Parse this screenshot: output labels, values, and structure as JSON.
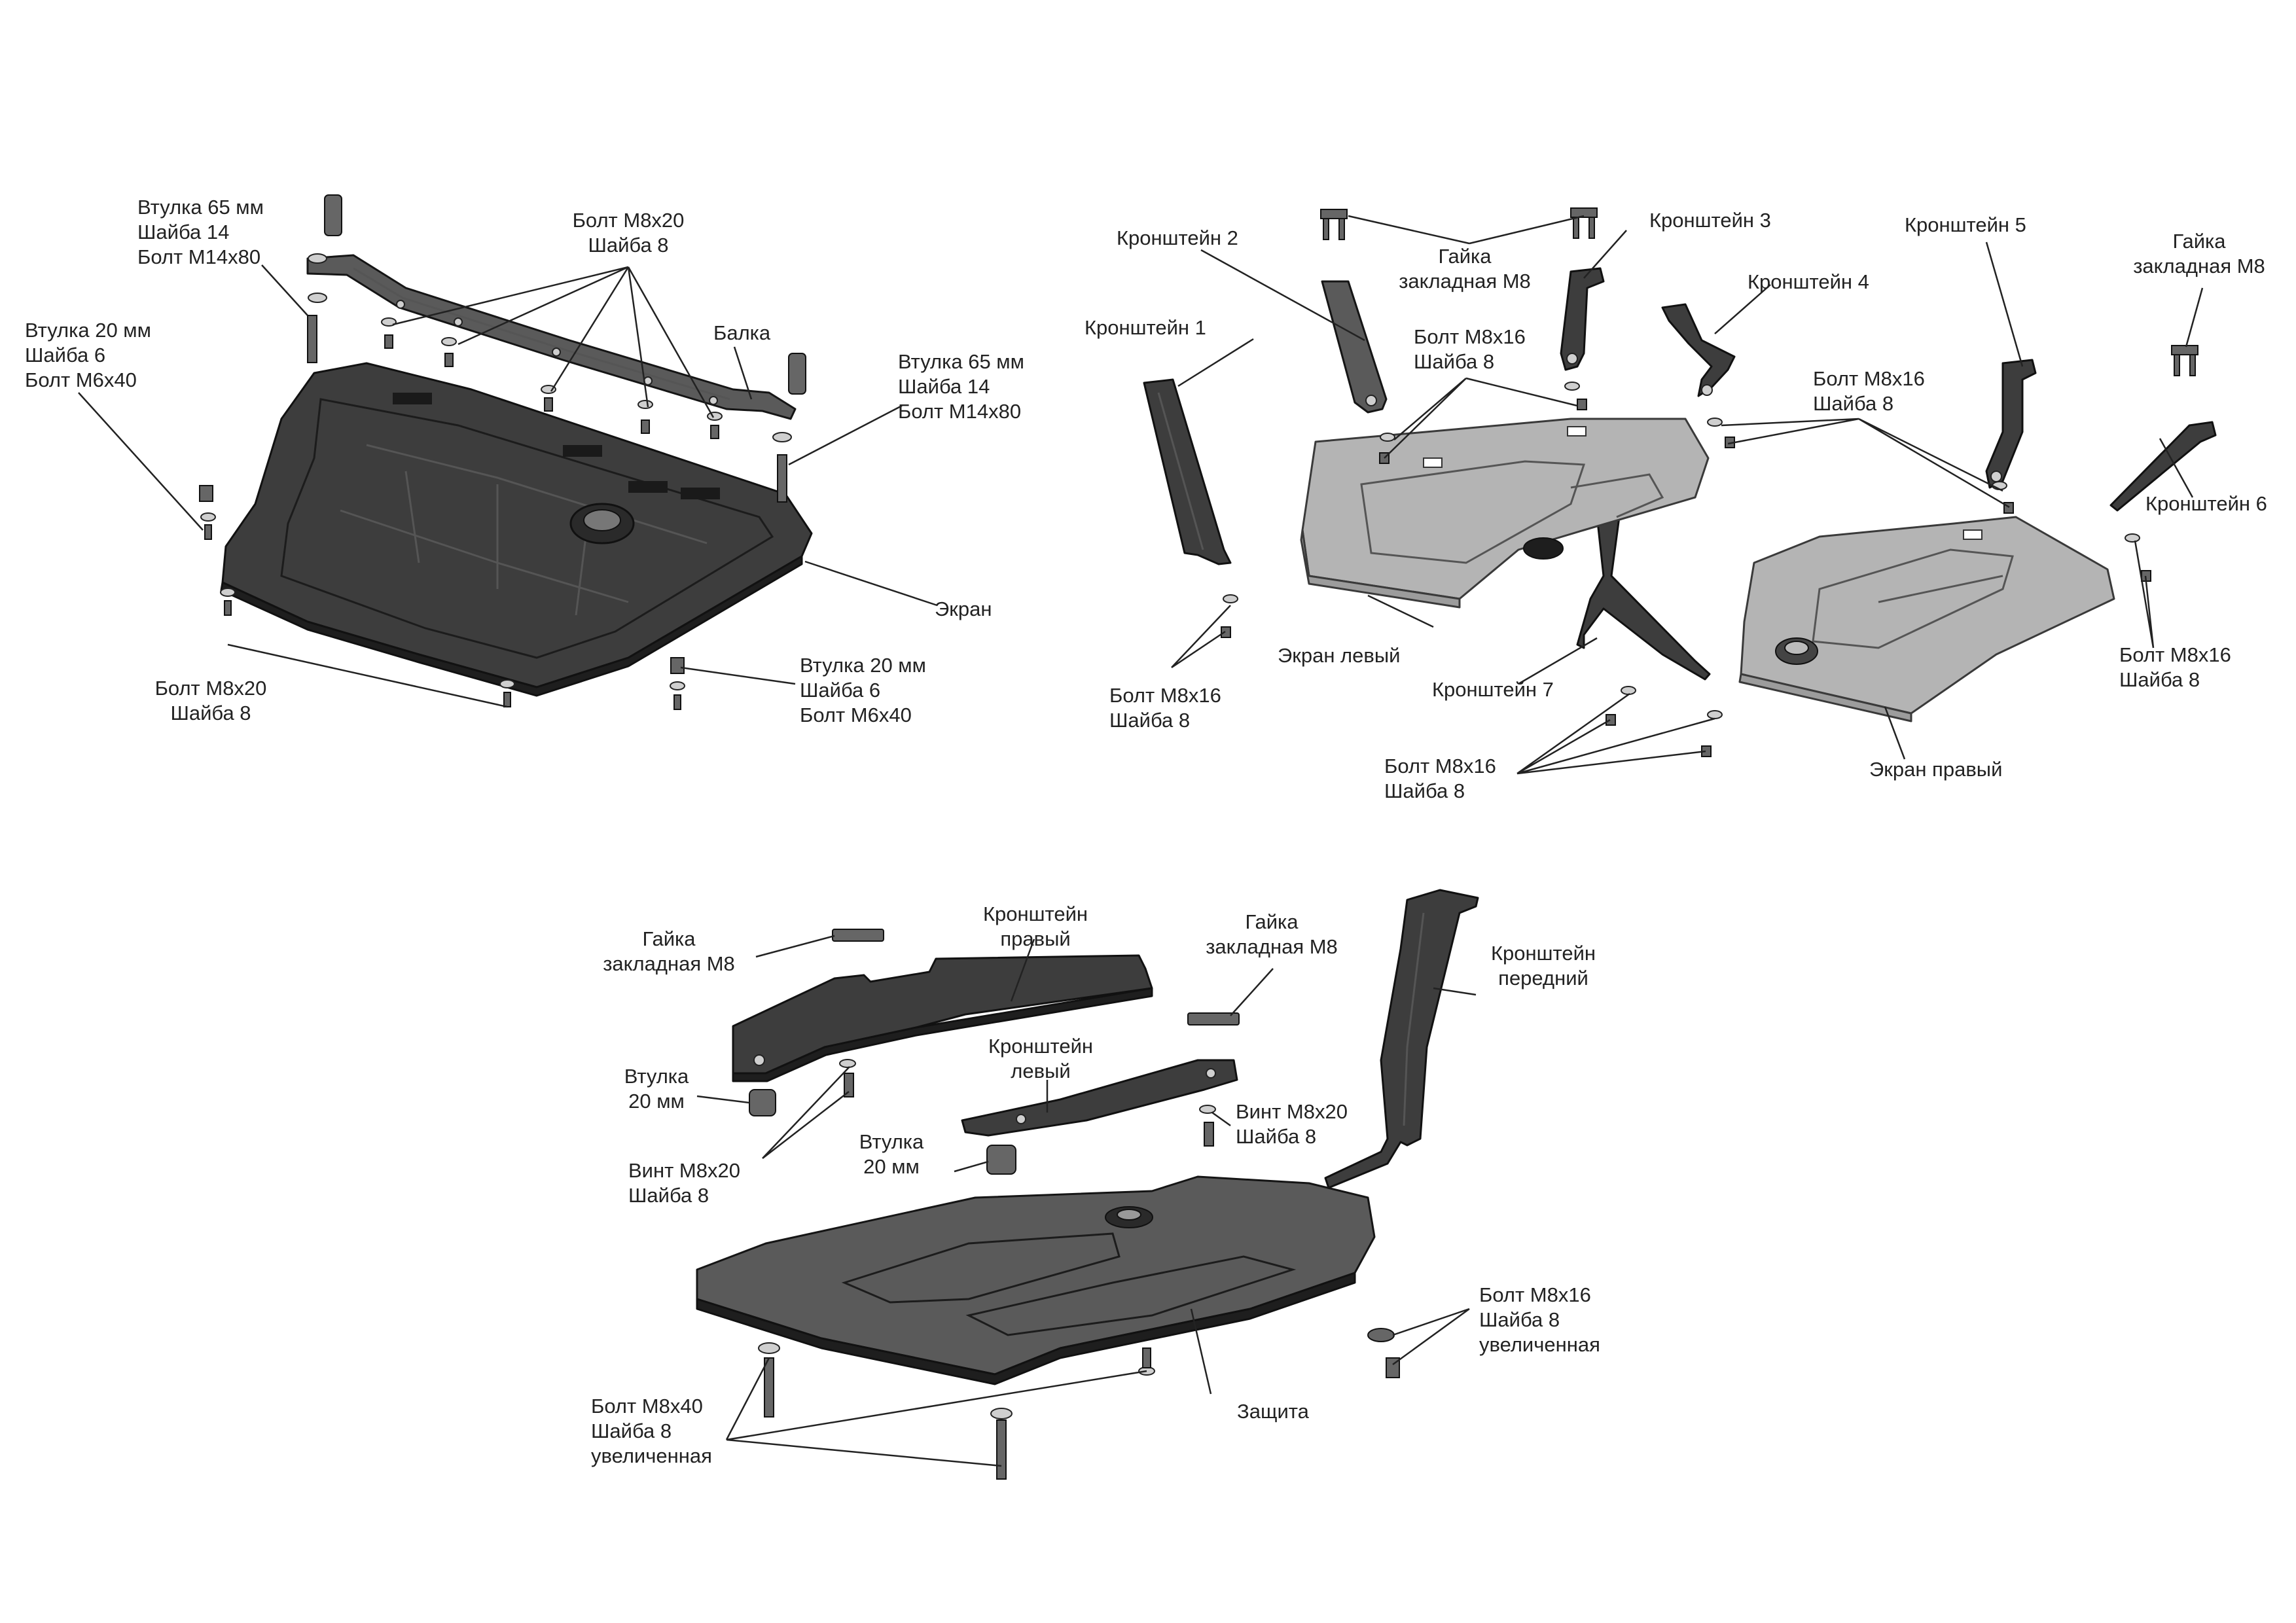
{
  "labels": {
    "vtulka65_top": [
      "Втулка 65 мм",
      "Шайба 14",
      "Болт М14х80"
    ],
    "bolt_m8x20_top": [
      "Болт М8х20",
      "Шайба 8"
    ],
    "balka": "Балка",
    "vtulka20_left": [
      "Втулка 20 мм",
      "Шайба 6",
      "Болт М6х40"
    ],
    "vtulka65_right": [
      "Втулка 65 мм",
      "Шайба 14",
      "Болт М14х80"
    ],
    "ekran": "Экран",
    "bolt_m8x20_bottom": [
      "Болт М8х20",
      "Шайба 8"
    ],
    "vtulka20_bottom": [
      "Втулка 20 мм",
      "Шайба 6",
      "Болт М6х40"
    ],
    "kronshtein2": "Кронштейн 2",
    "gaika_top": [
      "Гайка",
      "закладная М8"
    ],
    "kronshtein3": "Кронштейн 3",
    "kronshtein5": "Кронштейн 5",
    "gaika_right": [
      "Гайка",
      "закладная М8"
    ],
    "kronshtein4": "Кронштейн 4",
    "kronshtein1": "Кронштейн 1",
    "bolt_m8x16_a": [
      "Болт М8х16",
      "Шайба 8"
    ],
    "bolt_m8x16_b": [
      "Болт М8х16",
      "Шайба 8"
    ],
    "kronshtein6": "Кронштейн 6",
    "ekran_levyi": "Экран левый",
    "bolt_m8x16_c": [
      "Болт М8х16",
      "Шайба 8"
    ],
    "bolt_m8x16_d": [
      "Болт М8х16",
      "Шайба 8"
    ],
    "kronshtein7": "Кронштейн 7",
    "bolt_m8x16_e": [
      "Болт М8х16",
      "Шайба 8"
    ],
    "ekran_pravyi": "Экран правый",
    "gaika_l3": [
      "Гайка",
      "закладная М8"
    ],
    "kronshtein_pravyi": [
      "Кронштейн",
      "правый"
    ],
    "gaika_r3": [
      "Гайка",
      "закладная М8"
    ],
    "kronshtein_perednii": [
      "Кронштейн",
      "передний"
    ],
    "kronshtein_levyi": [
      "Кронштейн",
      "левый"
    ],
    "vtulka20_a": [
      "Втулка",
      "20 мм"
    ],
    "vint_right": [
      "Винт М8х20",
      "Шайба 8"
    ],
    "vint_left": [
      "Винт М8х20",
      "Шайба 8"
    ],
    "vtulka20_b": [
      "Втулка",
      "20 мм"
    ],
    "bolt_m8x16_big": [
      "Болт М8х16",
      "Шайба 8",
      "увеличенная"
    ],
    "bolt_m8x40": [
      "Болт М8х40",
      "Шайба 8",
      "увеличенная"
    ],
    "zashchita": "Защита"
  }
}
